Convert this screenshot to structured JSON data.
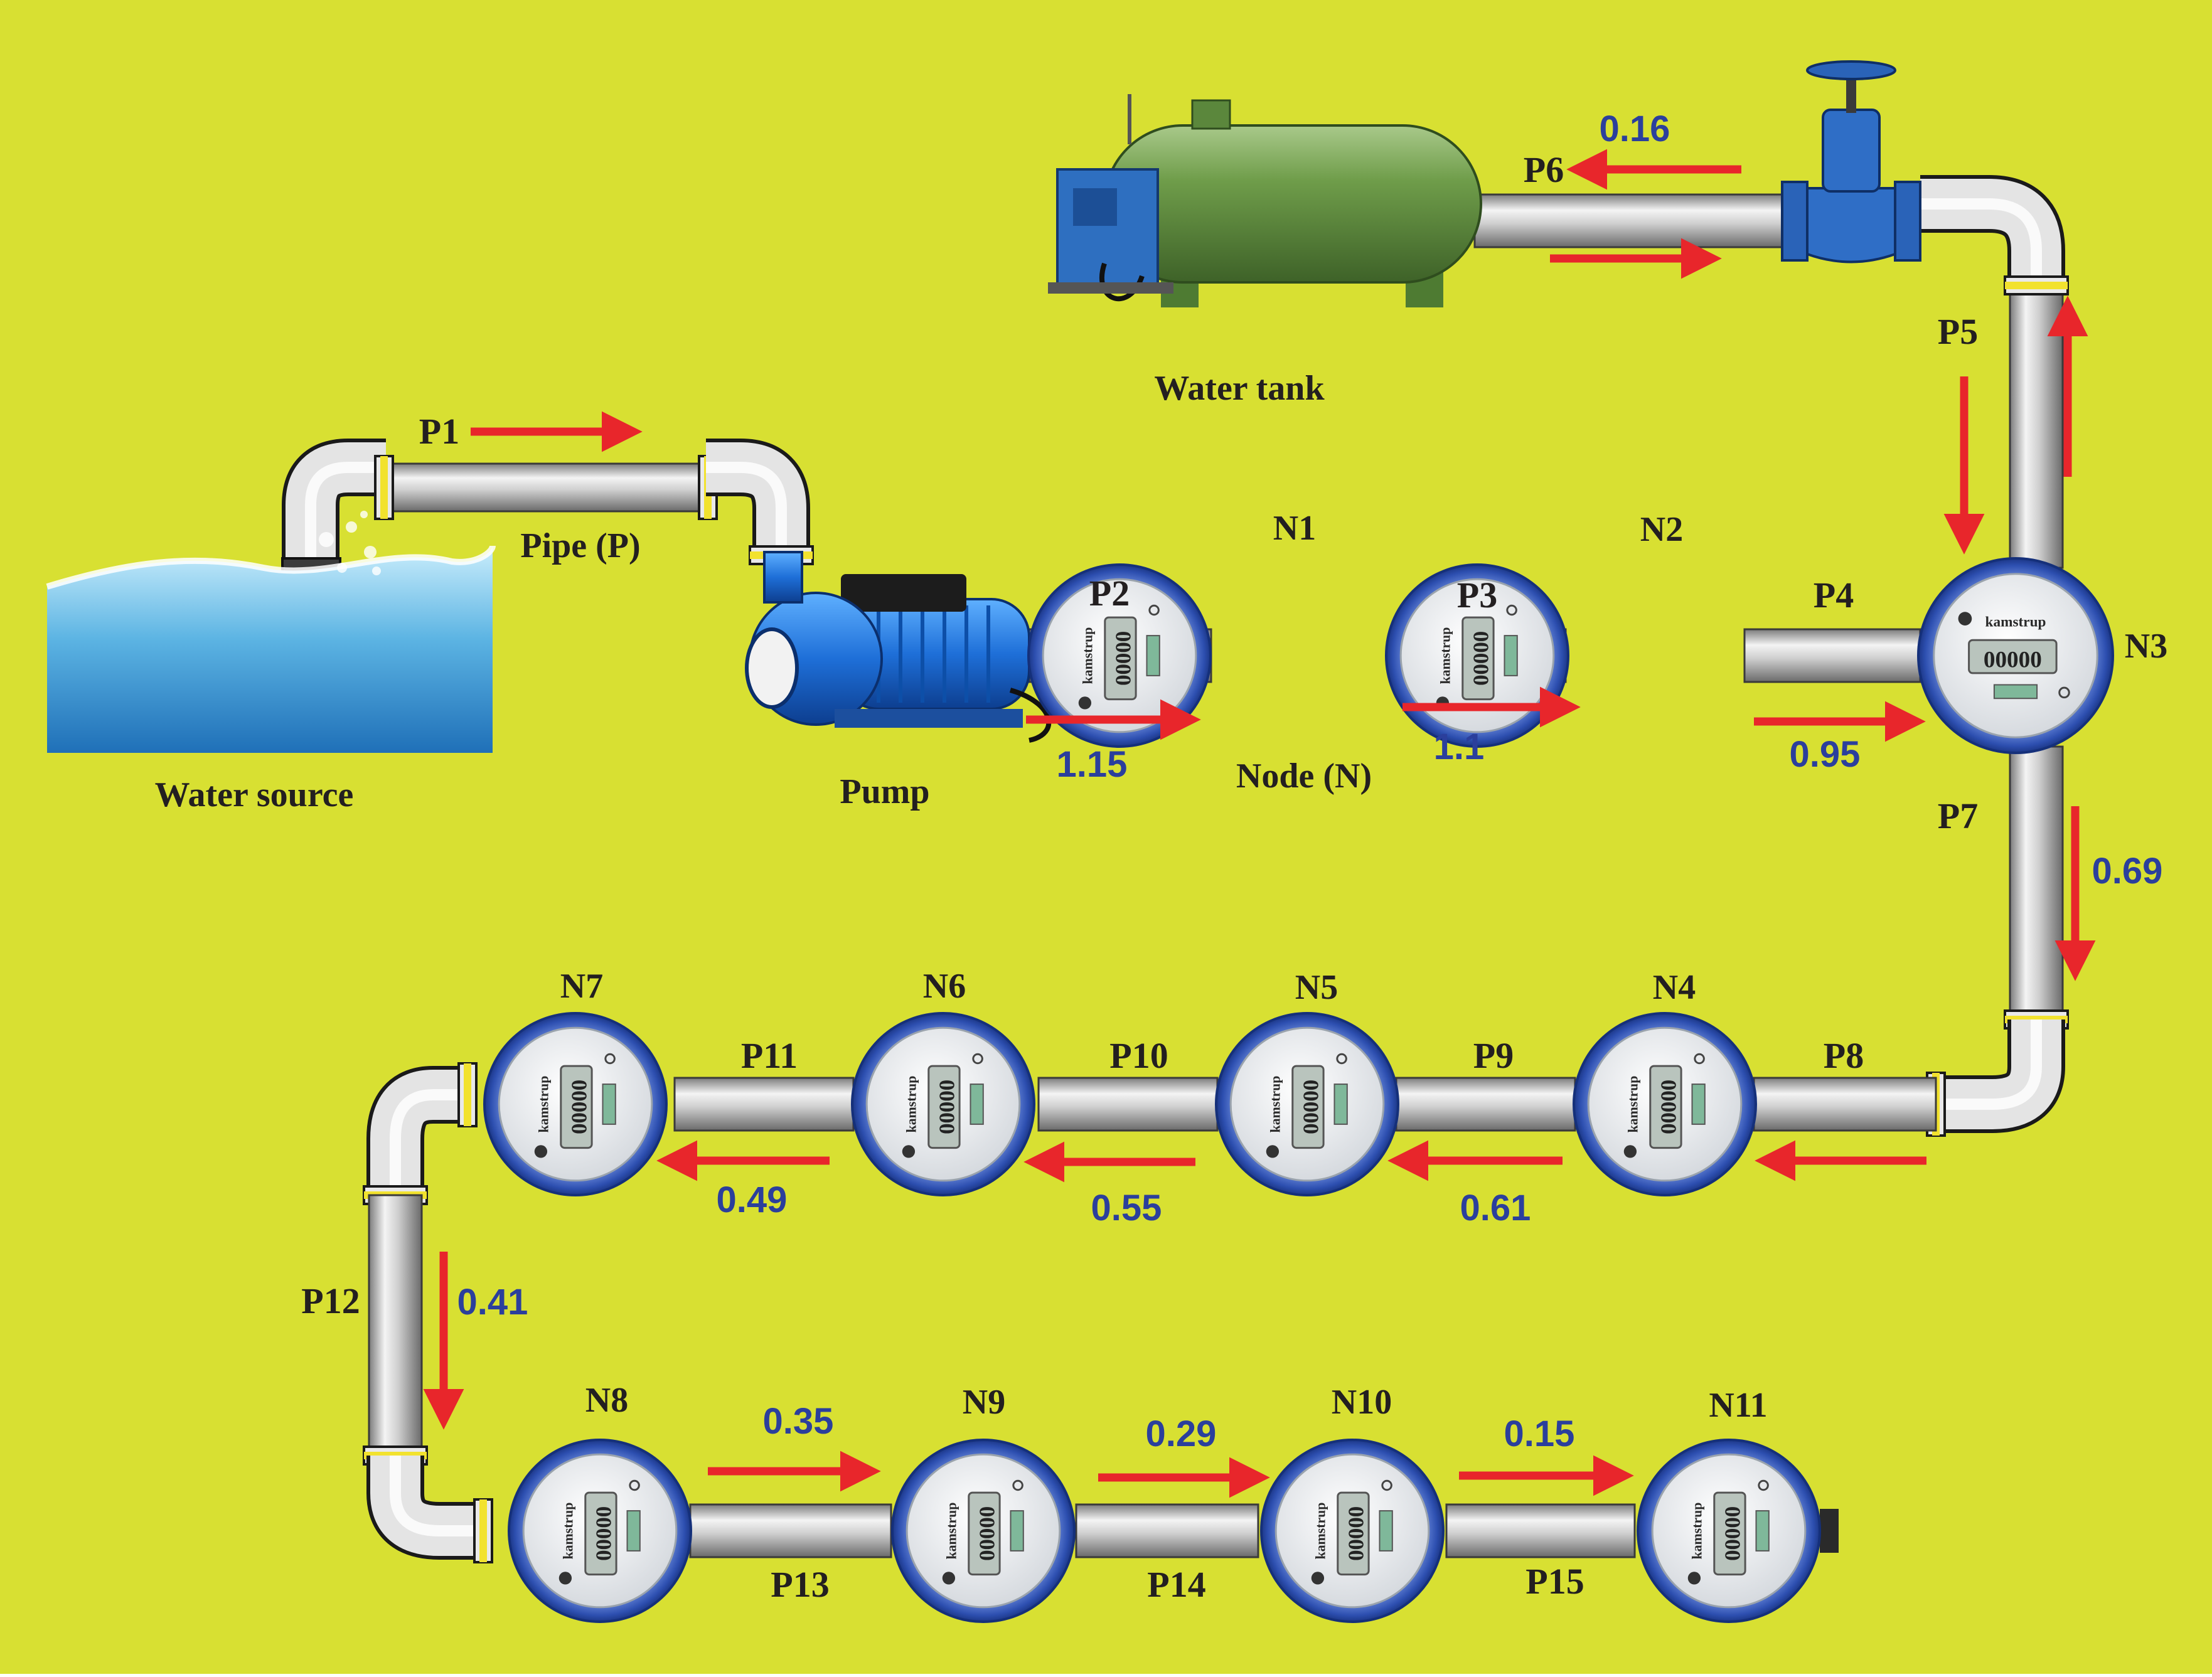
{
  "colors": {
    "background": "#d8e032",
    "pipe": "#c9c9c9",
    "arrow": "#e8262b",
    "value_text": "#2b3f9c",
    "label_text": "#231f20",
    "meter_ring": "#3557b5",
    "tank": "#6b9a46",
    "pump": "#1f6fd6",
    "water": "#4aa7dc",
    "valve": "#2a63b8",
    "coupling": "#f2e22e"
  },
  "components": {
    "water_source": "Water source",
    "pump": "Pump",
    "water_tank": "Water tank",
    "pipe_legend": "Pipe (P)",
    "node_legend": "Node (N)"
  },
  "meter": {
    "brand": "kamstrup",
    "display": "00000"
  },
  "pipes": [
    "P1",
    "P2",
    "P3",
    "P4",
    "P5",
    "P6",
    "P7",
    "P8",
    "P9",
    "P10",
    "P11",
    "P12",
    "P13",
    "P14",
    "P15"
  ],
  "nodes": [
    "N1",
    "N2",
    "N3",
    "N4",
    "N5",
    "N6",
    "N7",
    "N8",
    "N9",
    "N10",
    "N11"
  ],
  "flows": {
    "P2": "1.15",
    "P3": "1.1",
    "P4": "0.95",
    "P6": "0.16",
    "P7": "0.69",
    "P9": "0.61",
    "P10": "0.55",
    "P11": "0.49",
    "P12": "0.41",
    "P13": "0.35",
    "P14": "0.29",
    "P15": "0.15"
  },
  "icons": [
    "water-source-icon",
    "pump-icon",
    "water-tank-icon",
    "gate-valve-icon",
    "water-meter-icon",
    "flow-arrow-icon",
    "elbow-pipe-icon"
  ]
}
